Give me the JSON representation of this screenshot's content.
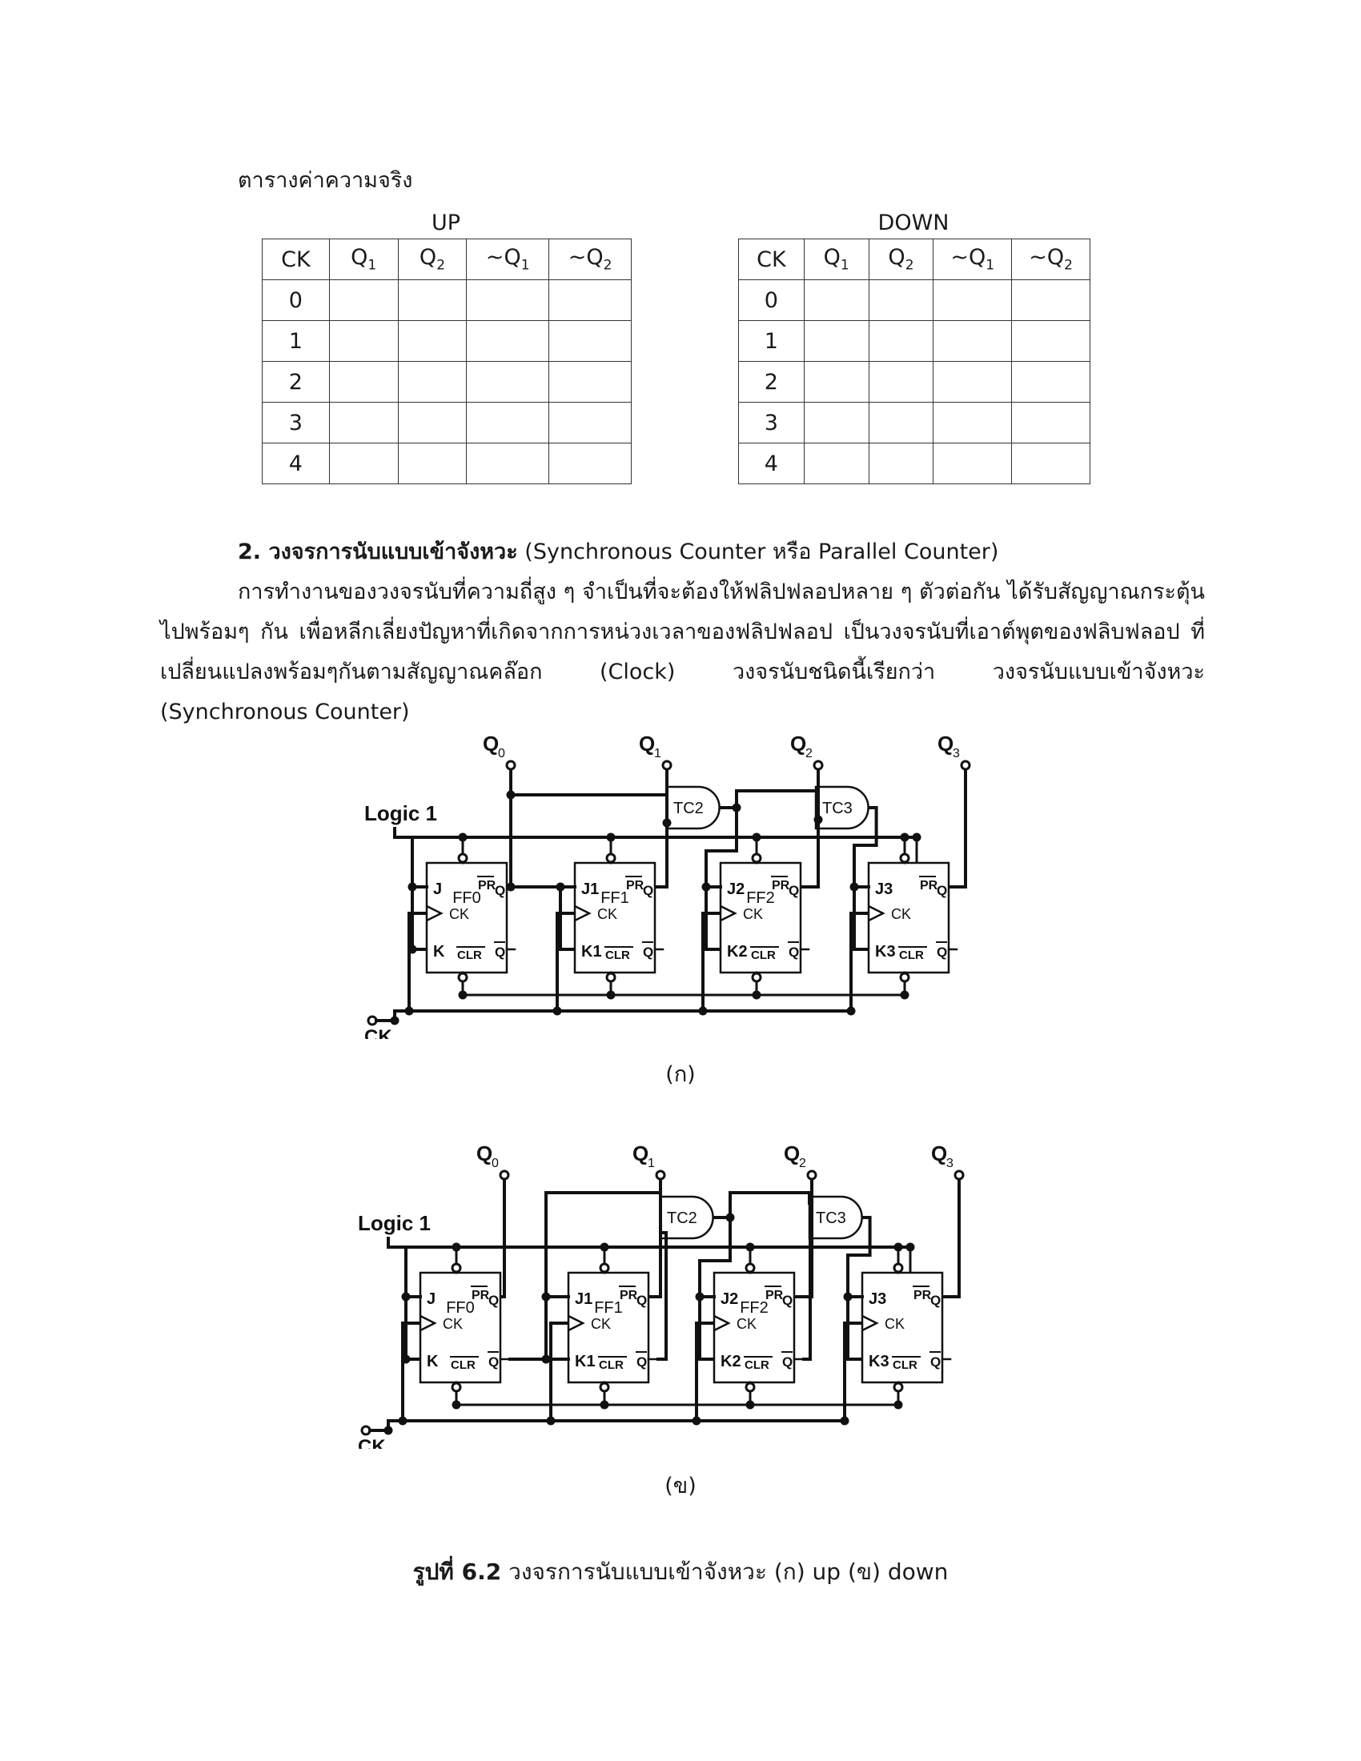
{
  "intro_label": "ตารางค่าความจริง",
  "tables": [
    {
      "title": "UP",
      "headers": [
        {
          "main": "CK",
          "sub": ""
        },
        {
          "main": "Q",
          "sub": "1"
        },
        {
          "main": "Q",
          "sub": "2"
        },
        {
          "main": "~Q",
          "sub": "1"
        },
        {
          "main": "~Q",
          "sub": "2"
        }
      ],
      "rows": [
        "0",
        "1",
        "2",
        "3",
        "4"
      ]
    },
    {
      "title": "DOWN",
      "headers": [
        {
          "main": "CK",
          "sub": ""
        },
        {
          "main": "Q",
          "sub": "1"
        },
        {
          "main": "Q",
          "sub": "2"
        },
        {
          "main": "~Q",
          "sub": "1"
        },
        {
          "main": "~Q",
          "sub": "2"
        }
      ],
      "rows": [
        "0",
        "1",
        "2",
        "3",
        "4"
      ]
    }
  ],
  "section": {
    "heading_bold": "2. วงจรการนับแบบเข้าจังหวะ",
    "heading_rest": " (Synchronous Counter หรือ Parallel Counter)",
    "body": "การทำงานของวงจรนับที่ความถี่สูง ๆ จำเป็นที่จะต้องให้ฟลิปฟลอปหลาย ๆ ตัวต่อกัน ได้รับสัญญาณกระตุ้นไปพร้อมๆ กัน เพื่อหลีกเลี่ยงปัญหาที่เกิดจากการหน่วงเวลาของฟลิปฟลอป เป็นวงจรนับที่เอาต์พุตของฟลิบฟลอป ที่เปลี่ยนแปลงพร้อมๆกันตามสัญญาณคล๊อก (Clock)  วงจรนับชนิดนี้เรียกว่า วงจรนับแบบเข้าจังหวะ (Synchronous Counter)"
  },
  "circuit": {
    "logic_label": "Logic 1",
    "clock_label": "CK",
    "outputs": [
      {
        "main": "Q",
        "sub": "0"
      },
      {
        "main": "Q",
        "sub": "1"
      },
      {
        "main": "Q",
        "sub": "2"
      },
      {
        "main": "Q",
        "sub": "3"
      }
    ],
    "gates": [
      "TC2",
      "TC3"
    ],
    "flipflops": [
      {
        "name": "FF0",
        "j": "J",
        "k": "K"
      },
      {
        "name": "FF1",
        "j": "J1",
        "k": "K1"
      },
      {
        "name": "FF2",
        "j": "J2",
        "k": "K2"
      },
      {
        "name": "",
        "j": "J3",
        "k": "K3"
      }
    ],
    "pin_pr": "PR",
    "pin_clr": "CLR",
    "pin_q": "Q",
    "pin_ck": "CK"
  },
  "diagrams": [
    {
      "caption": "(ก)"
    },
    {
      "caption": "(ข)"
    }
  ],
  "figure_caption": {
    "bold": "รูปที่ 6.2",
    "rest": " วงจรการนับแบบเข้าจังหวะ (ก) up (ข) down"
  }
}
